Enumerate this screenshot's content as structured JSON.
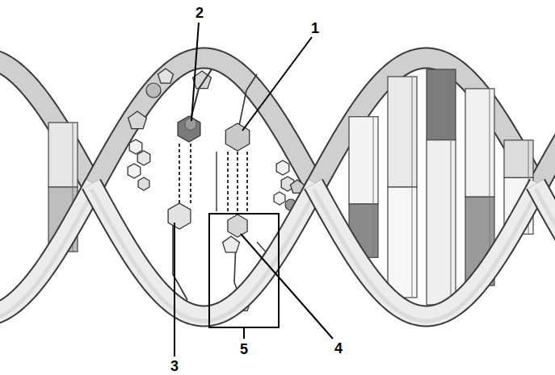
{
  "diagram": {
    "labels": [
      "2",
      "1",
      "5",
      "4",
      "3"
    ]
  }
}
